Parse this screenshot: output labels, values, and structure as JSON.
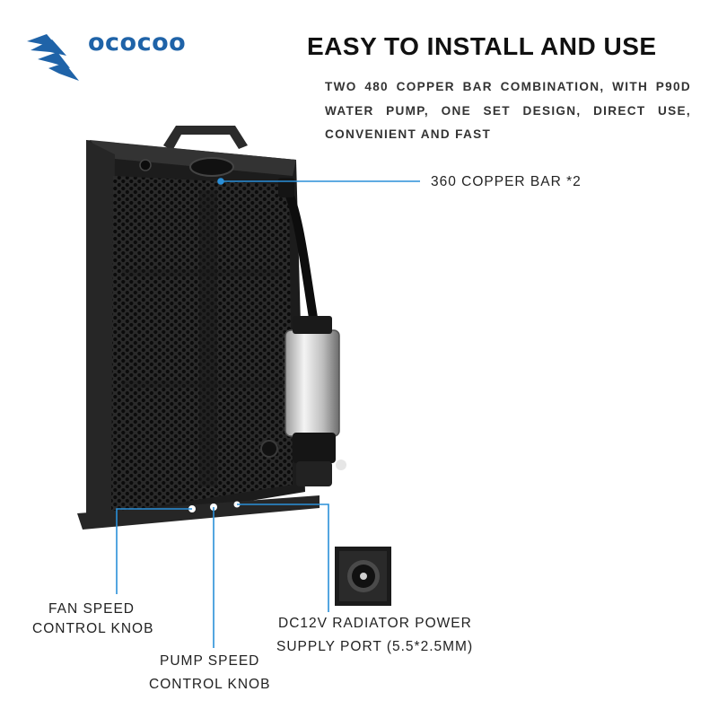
{
  "brand": {
    "name": "ococoo"
  },
  "headline": "EASY TO INSTALL AND USE",
  "subtitle": "TWO 480 COPPER BAR COMBINATION, WITH P90D WATER PUMP, ONE SET DESIGN, DIRECT USE, CONVENIENT AND FAST",
  "callouts": {
    "copper_bar": "360 COPPER BAR *2",
    "fan_line1": "FAN SPEED",
    "fan_line2": "CONTROL KNOB",
    "pump_line1": "PUMP SPEED",
    "pump_line2": "CONTROL KNOB",
    "power_line1": "DC12V RADIATOR POWER",
    "power_line2": "SUPPLY PORT (5.5*2.5MM)"
  },
  "colors": {
    "brand": "#1f63a8",
    "callout_line": "#2a8fd8",
    "device": "#1e1e1e"
  },
  "icons": [
    "brand-logo-icon",
    "radiator-device-image",
    "power-port-image"
  ]
}
